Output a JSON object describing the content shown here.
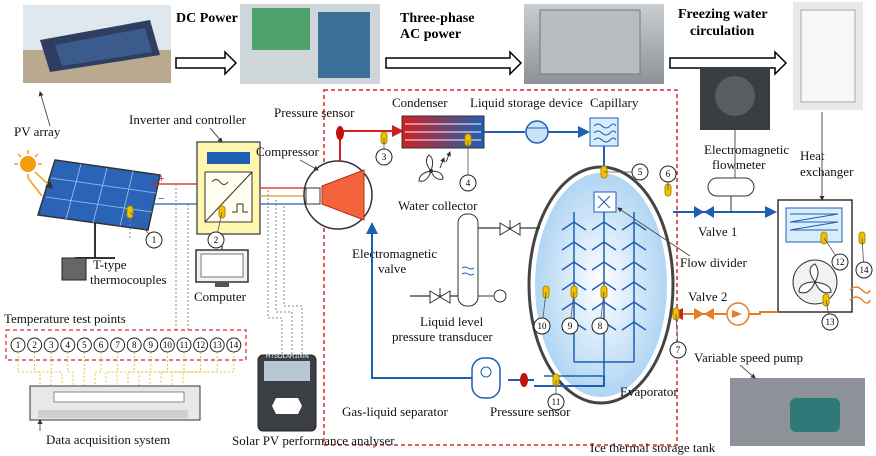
{
  "headers": {
    "dc_power": "DC Power",
    "ac_power_line1": "Three-phase",
    "ac_power_line2": "AC power",
    "freezing_line1": "Freezing  water",
    "freezing_line2": "circulation"
  },
  "labels": {
    "pv_array": "PV array",
    "inverter": "Inverter and controller",
    "pressure_sensor_top": "Pressure sensor",
    "condenser": "Condenser",
    "liquid_storage": "Liquid storage device",
    "capillary": "Capillary",
    "compressor": "Compressor",
    "em_flowmeter_line1": "Electromagnetic",
    "em_flowmeter_line2": "flowmeter",
    "heat_exchanger_line1": "Heat",
    "heat_exchanger_line2": "exchanger",
    "water_collector": "Water collector",
    "em_valve_line1": "Electromagnetic",
    "em_valve_line2": "valve",
    "valve1": "Valve 1",
    "flow_divider": "Flow divider",
    "t_thermocouples_line1": "T-type",
    "t_thermocouples_line2": "thermocouples",
    "computer": "Computer",
    "temp_test_points": "Temperature test points",
    "valve2": "Valve 2",
    "liquid_level_line1": "Liquid level",
    "liquid_level_line2": "pressure transducer",
    "variable_pump": "Variable speed pump",
    "gas_liquid_sep": "Gas-liquid separator",
    "pressure_sensor_bottom": "Pressure sensor",
    "evaporator": "Evaporator",
    "data_acq": "Data acquisition system",
    "solar_analyser": "Solar PV performance analyser",
    "ice_tank": "Ice thermal storage tank",
    "analyser_screen": "HTSOLAR100N"
  },
  "test_points": [
    "1",
    "2",
    "3",
    "4",
    "5",
    "6",
    "7",
    "8",
    "9",
    "10",
    "11",
    "12",
    "13",
    "14"
  ],
  "markers": {
    "m1": "1",
    "m2": "2",
    "m3": "3",
    "m4": "4",
    "m5": "5",
    "m6": "6",
    "m7": "7",
    "m8": "8",
    "m9": "9",
    "m10": "10",
    "m11": "11",
    "m12": "12",
    "m13": "13",
    "m14": "14"
  },
  "colors": {
    "pipe_blue": "#1e5fb4",
    "pipe_red": "#d22020",
    "dashed_red": "#d42a2a",
    "sensor_yellow": "#f2c200",
    "inverter_fill": "#fff7b0",
    "tank_fill": "#d9ecfb"
  }
}
